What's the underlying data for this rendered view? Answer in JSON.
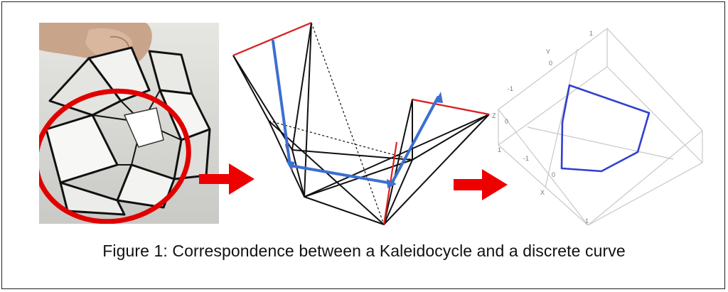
{
  "figure": {
    "caption": "Figure 1: Correspondence between a Kaleidocycle and a discrete curve"
  },
  "photo": {
    "subject": "hand-holding-paper-kaleidocycle",
    "highlight_color": "#e00000"
  },
  "diagram": {
    "edge_color": "#111111",
    "hinge_color": "#e02020",
    "curve_color": "#3b6fd1"
  },
  "plot": {
    "axis_labels": {
      "y": "Y",
      "z": "Z",
      "x": "X"
    },
    "tick_labels": {
      "y_top": "1",
      "y_mid": "0",
      "y_low": "-1",
      "z_mid": "0",
      "z_low": "-1",
      "x_mid": "0",
      "x_low": "1",
      "corner": "1"
    },
    "curve_color": "#3040d0",
    "box_color": "#c8c8c8"
  },
  "arrows": {
    "color": "#ee0000"
  }
}
